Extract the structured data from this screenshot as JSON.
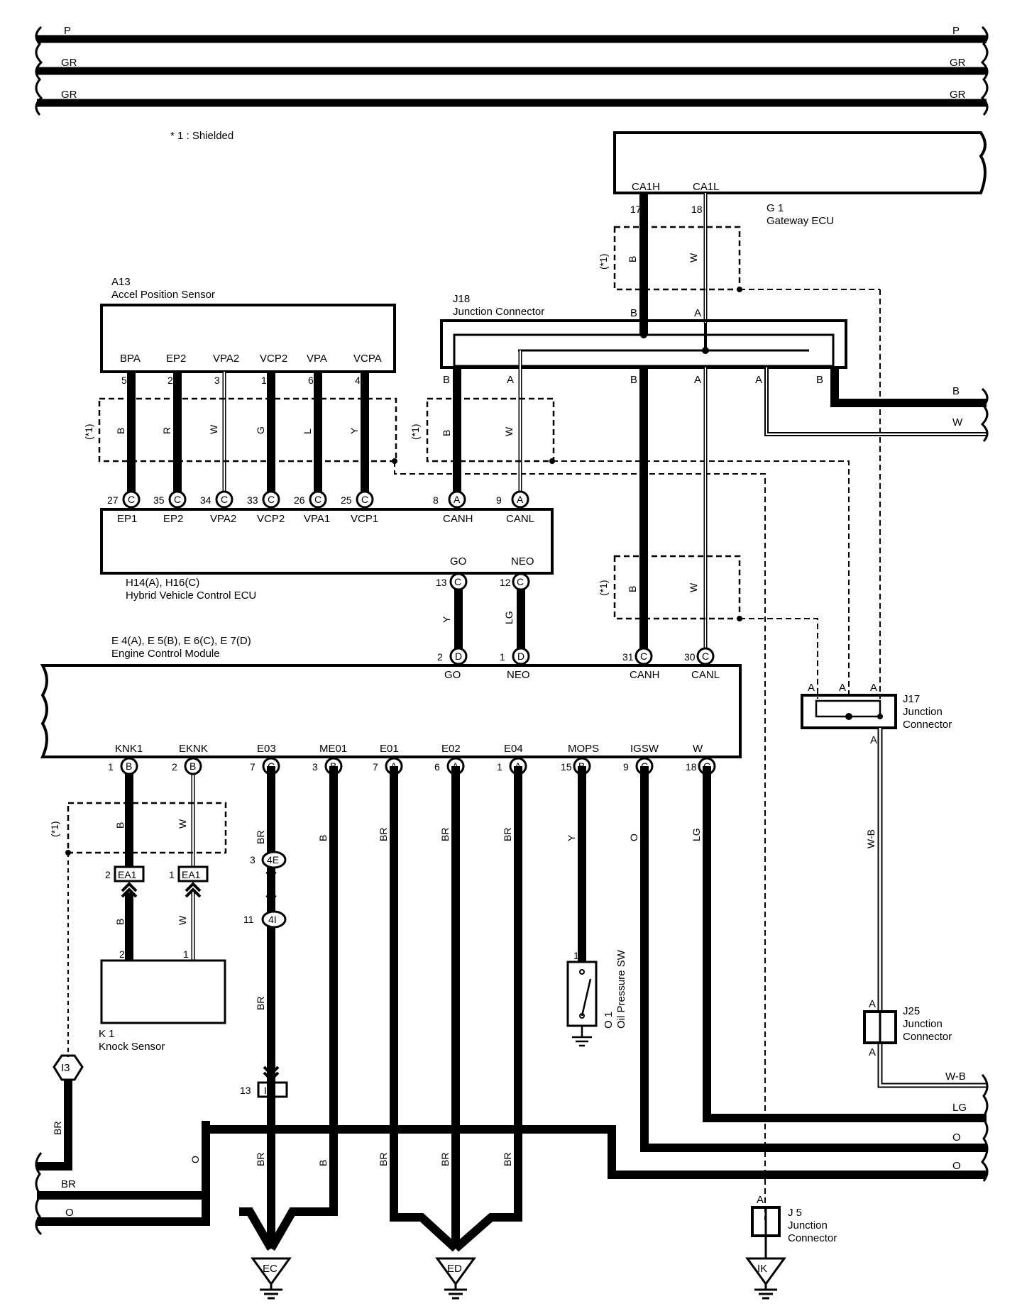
{
  "note": "* 1 : Shielded",
  "shield_tag": "(*1)",
  "buses": {
    "top": [
      "P",
      "GR",
      "GR"
    ],
    "right": [
      "B",
      "W",
      "W-B",
      "LG",
      "O",
      "O"
    ],
    "left": [
      "BR",
      "O"
    ]
  },
  "components": {
    "g1": {
      "id": "G 1",
      "name": "Gateway ECU",
      "terms": [
        "CA1H",
        "CA1L"
      ],
      "pins": [
        "17",
        "18"
      ]
    },
    "a13": {
      "id": "A13",
      "name": "Accel Position Sensor",
      "terms": [
        "BPA",
        "EP2",
        "VPA2",
        "VCP2",
        "VPA",
        "VCPA"
      ],
      "pins": [
        "5",
        "2",
        "3",
        "1",
        "6",
        "4"
      ],
      "wires": [
        "B",
        "R",
        "W",
        "G",
        "L",
        "Y"
      ]
    },
    "j18": {
      "id": "J18",
      "name": "Junction Connector",
      "terms": [
        "B",
        "A",
        "B",
        "A",
        "B",
        "A",
        "A",
        "B"
      ]
    },
    "hv": {
      "id": "H14(A), H16(C)",
      "name": "Hybrid Vehicle Control ECU",
      "pins": [
        "27",
        "35",
        "34",
        "33",
        "26",
        "25",
        "8",
        "9"
      ],
      "conn": [
        "C",
        "C",
        "C",
        "C",
        "C",
        "C",
        "A",
        "A"
      ],
      "terms": [
        "EP1",
        "EP2",
        "VPA2",
        "VCP2",
        "VPA1",
        "VCP1",
        "CANH",
        "CANL"
      ],
      "bottom_terms": [
        "GO",
        "NEO"
      ],
      "bottom_pins": [
        "13",
        "12"
      ],
      "bottom_conn": [
        "C",
        "C"
      ],
      "can_wires": [
        "B",
        "W"
      ],
      "link_wires": [
        "Y",
        "LG"
      ]
    },
    "ecm": {
      "id": "E 4(A), E 5(B), E 6(C), E 7(D)",
      "name": "Engine Control Module",
      "top_pins": [
        "2",
        "1",
        "31",
        "30"
      ],
      "top_conn": [
        "D",
        "D",
        "C",
        "C"
      ],
      "top_terms": [
        "GO",
        "NEO",
        "CANH",
        "CANL"
      ],
      "bottom_terms": [
        "KNK1",
        "EKNK",
        "E03",
        "ME01",
        "E01",
        "E02",
        "E04",
        "MOPS",
        "IGSW",
        "W"
      ],
      "bottom_pins": [
        "1",
        "2",
        "7",
        "3",
        "7",
        "6",
        "1",
        "15",
        "9",
        "18"
      ],
      "bottom_conn": [
        "B",
        "B",
        "C",
        "B",
        "A",
        "A",
        "A",
        "B",
        "C",
        "C"
      ],
      "wires": [
        "B",
        "W",
        "BR",
        "B",
        "BR",
        "BR",
        "BR",
        "Y",
        "O",
        "LG"
      ]
    },
    "j17": {
      "id": "J17",
      "name1": "Junction",
      "name2": "Connector",
      "terms": [
        "A",
        "A",
        "A",
        "A"
      ],
      "wire": "W-B"
    },
    "j25": {
      "id": "J25",
      "name1": "Junction",
      "name2": "Connector",
      "terms": [
        "A",
        "A"
      ]
    },
    "j5": {
      "id": "J 5",
      "name1": "Junction",
      "name2": "Connector",
      "term": "A"
    },
    "k1": {
      "id": "K 1",
      "name": "Knock Sensor",
      "pins": [
        "2",
        "1"
      ],
      "wires": [
        "B",
        "W"
      ]
    },
    "ea1": {
      "label": "EA1",
      "pins": [
        "2",
        "1"
      ]
    },
    "c4e": {
      "label": "4E",
      "pin": "3"
    },
    "c4i": {
      "label": "4I",
      "pin": "11"
    },
    "ii1": {
      "label": "II1",
      "pin": "13"
    },
    "i3": {
      "label": "I3"
    },
    "o1": {
      "id": "O 1",
      "name": "Oil Pressure SW",
      "pin": "1"
    },
    "grounds": [
      "EC",
      "ED",
      "IK"
    ],
    "wire_misc": [
      "BR",
      "O",
      "BR",
      "B",
      "BR",
      "BR",
      "BR",
      "B",
      "W",
      "B",
      "W"
    ]
  }
}
